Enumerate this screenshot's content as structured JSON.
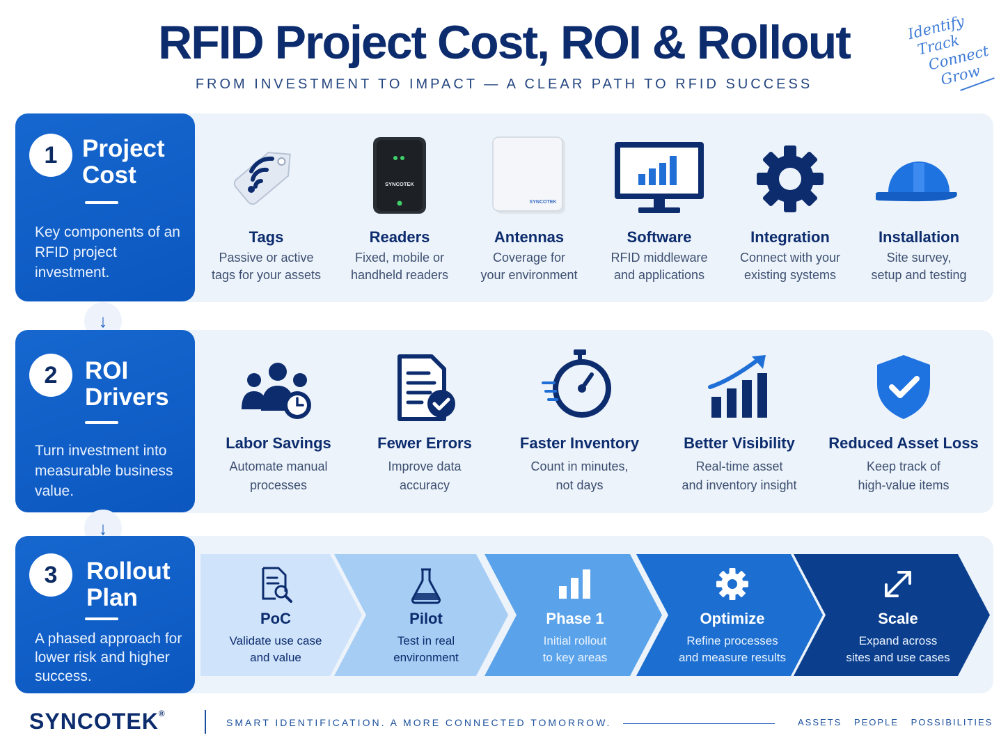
{
  "header": {
    "title": "RFID Project Cost, ROI & Rollout",
    "subtitle": "FROM INVESTMENT TO IMPACT — A CLEAR PATH TO RFID SUCCESS",
    "handwritten": [
      "Identify",
      "Track",
      "Connect",
      "Grow"
    ]
  },
  "section1": {
    "number": "1",
    "title": [
      "Project",
      "Cost"
    ],
    "desc": "Key components of an RFID project investment.",
    "items": [
      {
        "name": "Tags",
        "desc": [
          "Passive or active",
          "tags for your assets"
        ]
      },
      {
        "name": "Readers",
        "desc": [
          "Fixed, mobile or",
          "handheld readers"
        ],
        "device_label": "SYNCOTEK"
      },
      {
        "name": "Antennas",
        "desc": [
          "Coverage for",
          "your environment"
        ],
        "device_label": "SYNCOTEK"
      },
      {
        "name": "Software",
        "desc": [
          "RFID middleware",
          "and applications"
        ]
      },
      {
        "name": "Integration",
        "desc": [
          "Connect with your",
          "existing systems"
        ]
      },
      {
        "name": "Installation",
        "desc": [
          "Site survey,",
          "setup and testing"
        ]
      }
    ]
  },
  "section2": {
    "number": "2",
    "title": [
      "ROI",
      "Drivers"
    ],
    "desc": "Turn investment into measurable business value.",
    "items": [
      {
        "name": "Labor Savings",
        "desc": [
          "Automate manual",
          "processes"
        ]
      },
      {
        "name": "Fewer Errors",
        "desc": [
          "Improve data",
          "accuracy"
        ]
      },
      {
        "name": "Faster Inventory",
        "desc": [
          "Count in minutes,",
          "not days"
        ]
      },
      {
        "name": "Better Visibility",
        "desc": [
          "Real-time asset",
          "and inventory insight"
        ]
      },
      {
        "name": "Reduced Asset Loss",
        "desc": [
          "Keep track of",
          "high-value items"
        ]
      }
    ]
  },
  "section3": {
    "number": "3",
    "title": [
      "Rollout",
      "Plan"
    ],
    "desc": "A phased approach for lower risk and higher success.",
    "steps": [
      {
        "name": "PoC",
        "desc": [
          "Validate use case",
          "and value"
        ],
        "color": "#cfe3fa"
      },
      {
        "name": "Pilot",
        "desc": [
          "Test in real",
          "environment"
        ],
        "color": "#a6cdf4"
      },
      {
        "name": "Phase 1",
        "desc": [
          "Initial rollout",
          "to key areas"
        ],
        "color": "#5aa3ea"
      },
      {
        "name": "Optimize",
        "desc": [
          "Refine processes",
          "and measure results"
        ],
        "color": "#1c6fd0"
      },
      {
        "name": "Scale",
        "desc": [
          "Expand across",
          "sites and use cases"
        ],
        "color": "#0b3f8e"
      }
    ]
  },
  "footer": {
    "logo": "SYNCOTEK",
    "reg": "®",
    "tagline": "SMART IDENTIFICATION. A MORE CONNECTED TOMORROW.",
    "words": [
      "ASSETS",
      "PEOPLE",
      "POSSIBILITIES"
    ]
  },
  "colors": {
    "navy": "#0c2c6e",
    "blue": "#0b57c0",
    "band": "#edf3fa"
  }
}
